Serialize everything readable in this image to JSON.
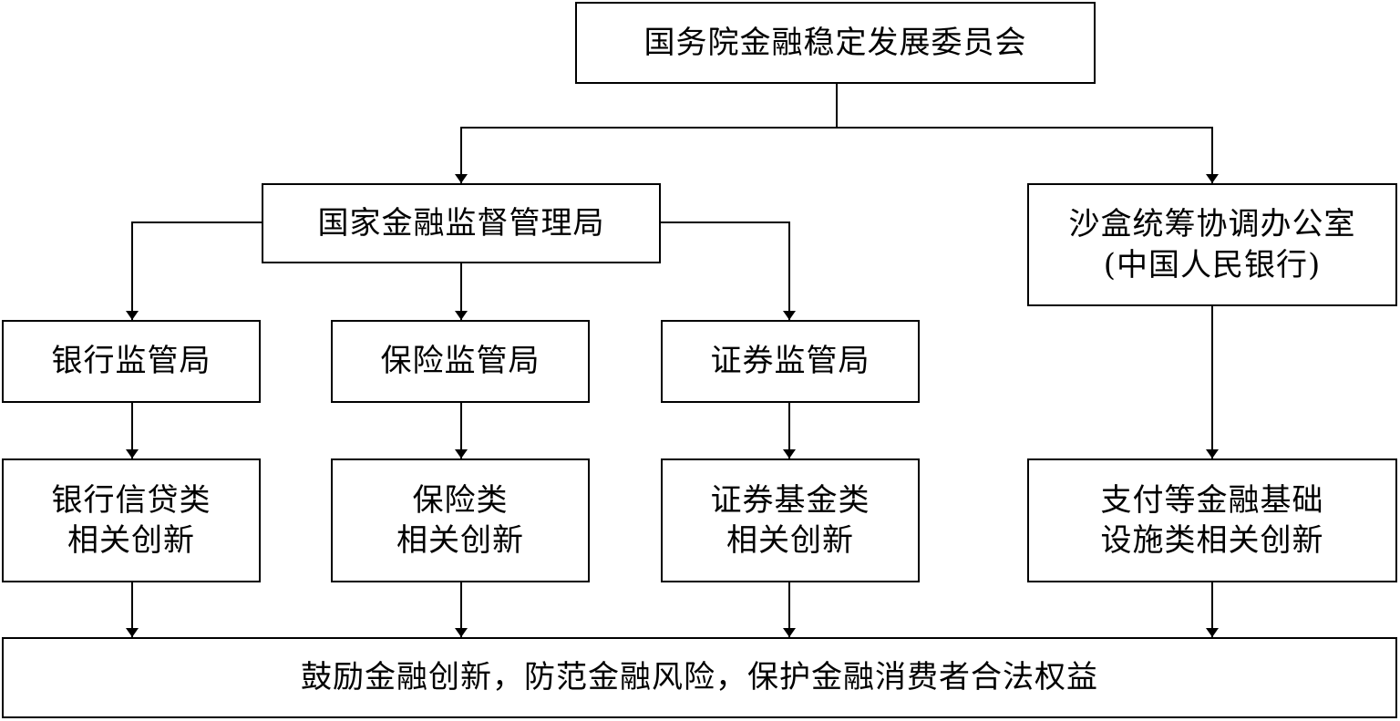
{
  "top": {
    "label": "国务院金融稳定发展委员会"
  },
  "nfra": {
    "label": "国家金融监督管理局"
  },
  "sandbox": {
    "line1": "沙盒统筹协调办公室",
    "line2": "(中国人民银行)"
  },
  "bureaus": [
    {
      "label": "银行监管局"
    },
    {
      "label": "保险监管局"
    },
    {
      "label": "证券监管局"
    }
  ],
  "innovations": [
    {
      "line1": "银行信贷类",
      "line2": "相关创新"
    },
    {
      "line1": "保险类",
      "line2": "相关创新"
    },
    {
      "line1": "证券基金类",
      "line2": "相关创新"
    },
    {
      "line1": "支付等金融基础",
      "line2": "设施类相关创新"
    }
  ],
  "goal": {
    "label": "鼓励金融创新，防范金融风险，保护金融消费者合法权益"
  }
}
